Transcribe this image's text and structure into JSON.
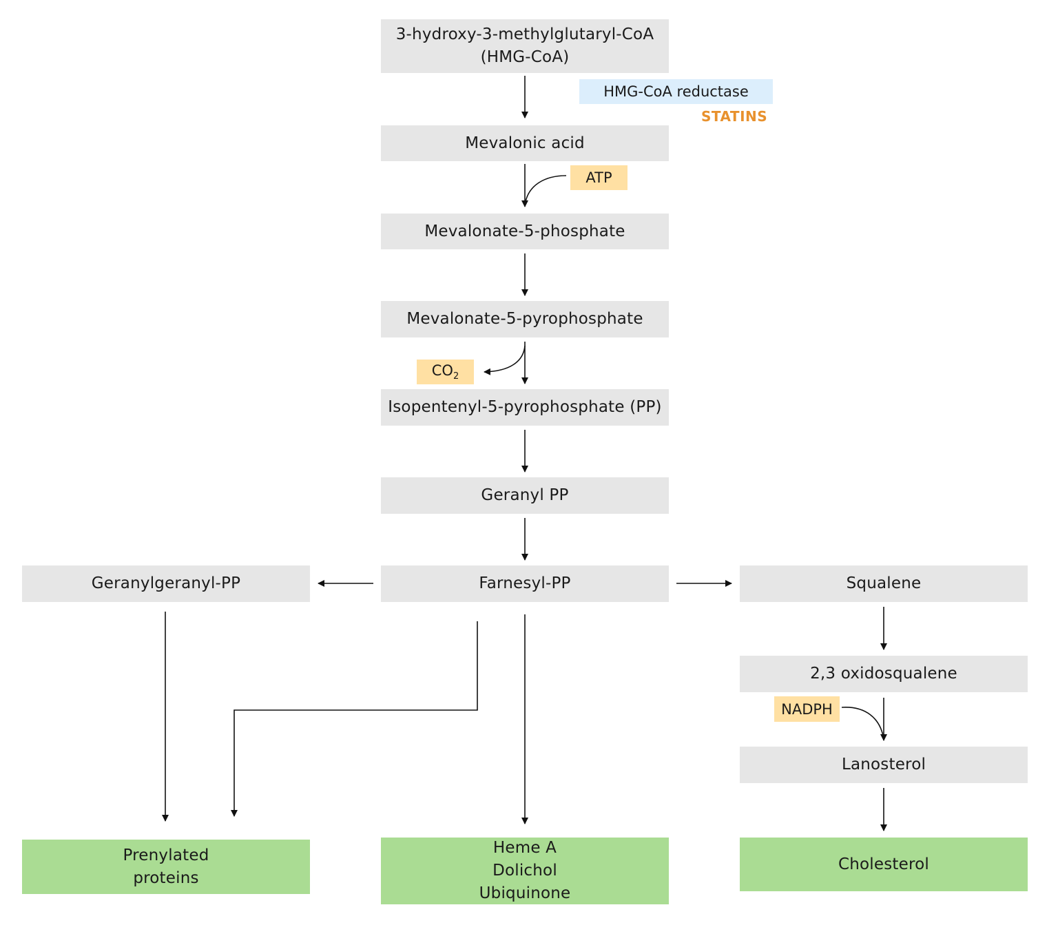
{
  "nodes": {
    "hmg_coa": [
      "3-hydroxy-3-methylglutaryl-CoA",
      "(HMG-CoA)"
    ],
    "mevalonic_acid": "Mevalonic acid",
    "mevalonate_5_phosphate": "Mevalonate-5-phosphate",
    "mevalonate_5_pyrophosphate": "Mevalonate-5-pyrophosphate",
    "isopentenyl_pp": "Isopentenyl-5-pyrophosphate (PP)",
    "geranyl_pp": "Geranyl PP",
    "farnesyl_pp": "Farnesyl-PP",
    "geranylgeranyl_pp": "Geranylgeranyl-PP",
    "squalene": "Squalene",
    "oxidosqualene": "2,3 oxidosqualene",
    "lanosterol": "Lanosterol"
  },
  "products": {
    "prenylated": [
      "Prenylated",
      "proteins"
    ],
    "heme_group": [
      "Heme A",
      "Dolichol",
      "Ubiquinone"
    ],
    "cholesterol": "Cholesterol"
  },
  "cofactors": {
    "atp": "ATP",
    "co2_base": "CO",
    "co2_subscript": "2",
    "nadph": "NADPH"
  },
  "enzyme": {
    "name": "HMG-CoA reductase",
    "inhibitor": "STATINS"
  },
  "colors": {
    "node_fill": "#e6e6e6",
    "product_fill": "#aadc93",
    "cofactor_fill": "#ffe0a3",
    "enzyme_fill": "#dceefc",
    "inhibitor_text": "#e8912d",
    "arrow": "#111111"
  }
}
